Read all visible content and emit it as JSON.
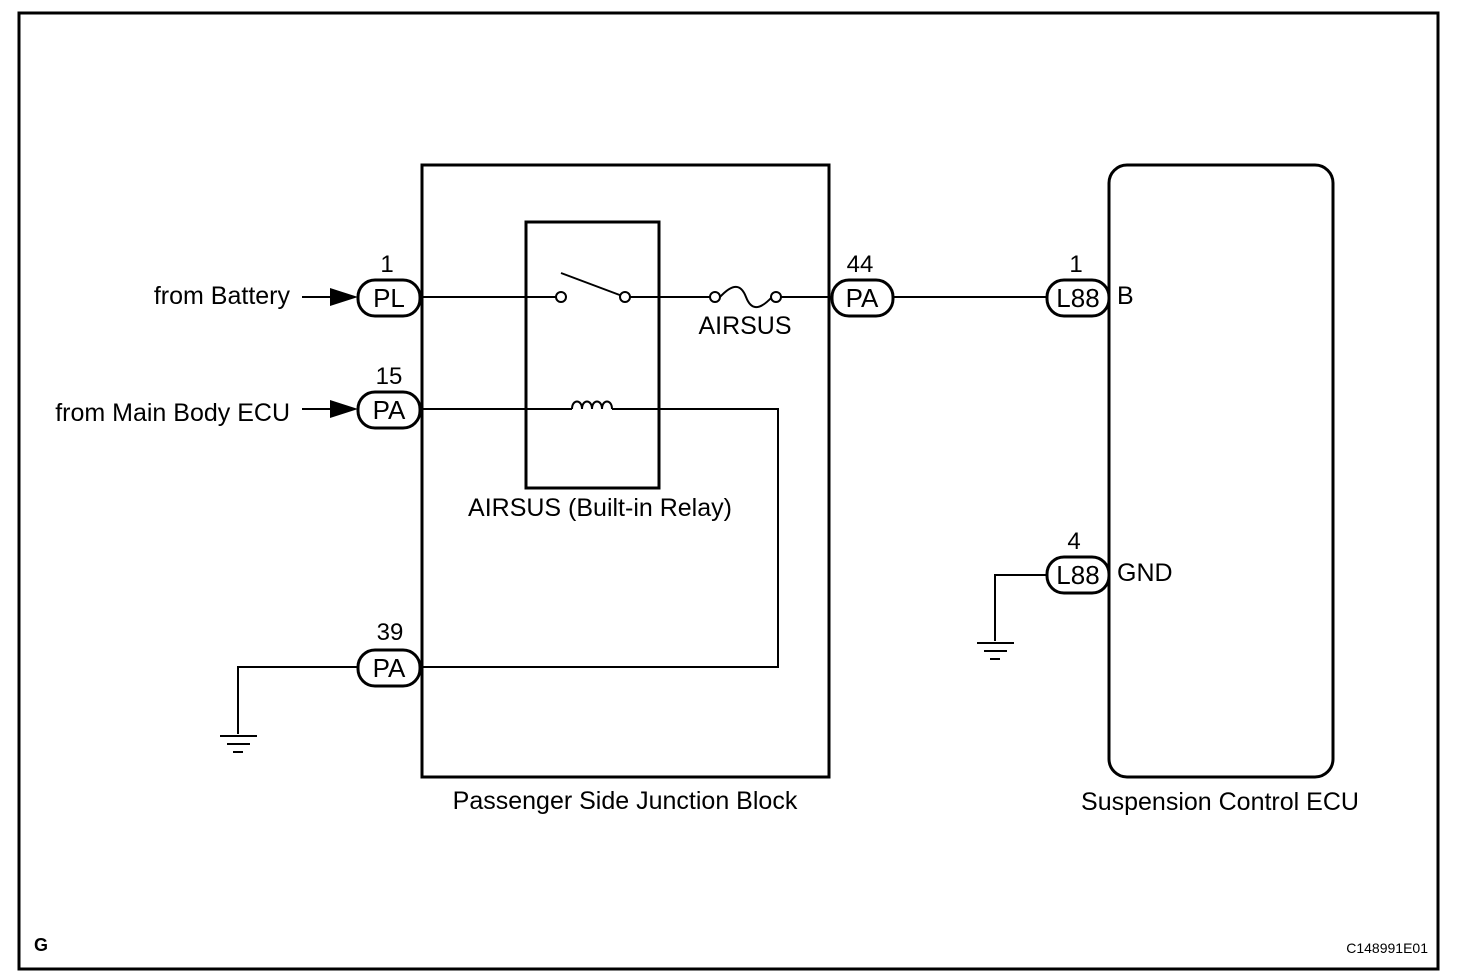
{
  "inputs": {
    "battery": "from Battery",
    "main_body_ecu": "from Main Body ECU"
  },
  "junction_block": {
    "name": "Passenger Side Junction Block",
    "relay_label": "AIRSUS (Built-in Relay)",
    "fuse_label": "AIRSUS",
    "connectors": {
      "pl1": {
        "pin": "1",
        "code": "PL"
      },
      "pa15": {
        "pin": "15",
        "code": "PA"
      },
      "pa39": {
        "pin": "39",
        "code": "PA"
      },
      "pa44": {
        "pin": "44",
        "code": "PA"
      }
    }
  },
  "ecu": {
    "name": "Suspension Control ECU",
    "terminals": {
      "b": {
        "pin": "1",
        "code": "L88",
        "label": "B"
      },
      "gnd": {
        "pin": "4",
        "code": "L88",
        "label": "GND"
      }
    }
  },
  "footer": {
    "left": "G",
    "right": "C148991E01"
  }
}
